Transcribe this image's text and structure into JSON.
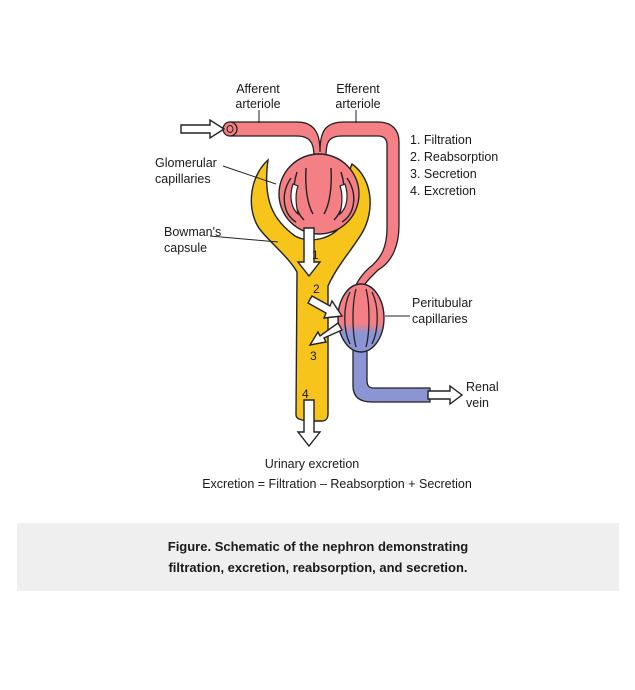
{
  "labels": {
    "afferent": [
      "Afferent",
      "arteriole"
    ],
    "efferent": [
      "Efferent",
      "arteriole"
    ],
    "glomerular": [
      "Glomerular",
      "capillaries"
    ],
    "bowmans": [
      "Bowman's",
      "capsule"
    ],
    "peritubular": [
      "Peritubular",
      "capillaries"
    ],
    "renal_vein": [
      "Renal",
      "vein"
    ],
    "urinary": "Urinary excretion"
  },
  "legend": [
    "1. Filtration",
    "2. Reabsorption",
    "3. Secretion",
    "4. Excretion"
  ],
  "step_numbers": [
    "1",
    "2",
    "3",
    "4"
  ],
  "equation": "Excretion = Filtration – Reabsorption + Secretion",
  "caption": [
    "Figure. Schematic of the nephron demonstrating",
    "filtration, excretion, reabsorption, and secretion."
  ],
  "colors": {
    "arterial": "#f47f84",
    "venous": "#8c95d4",
    "capsule": "#f7c41b",
    "outline": "#222222",
    "caption_bg": "#efefef"
  }
}
